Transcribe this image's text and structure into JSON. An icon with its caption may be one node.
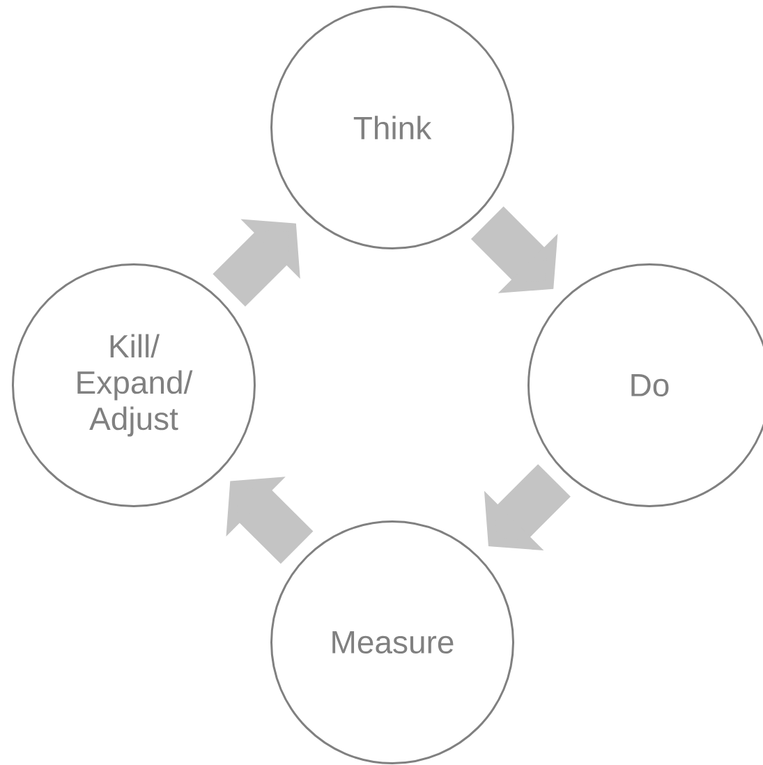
{
  "diagram": {
    "nodes": [
      {
        "text": [
          "Think"
        ]
      },
      {
        "text": [
          "Do"
        ]
      },
      {
        "text": [
          "Measure"
        ]
      },
      {
        "text": [
          "Kill/ Expand/ Adjust"
        ]
      }
    ],
    "edges": [
      {
        "from": 0,
        "to": 1,
        "arrow": "to"
      },
      {
        "from": 1,
        "to": 2,
        "arrow": "to"
      },
      {
        "from": 2,
        "to": 3,
        "arrow": "to"
      },
      {
        "from": 3,
        "to": 0,
        "arrow": "to"
      }
    ]
  }
}
